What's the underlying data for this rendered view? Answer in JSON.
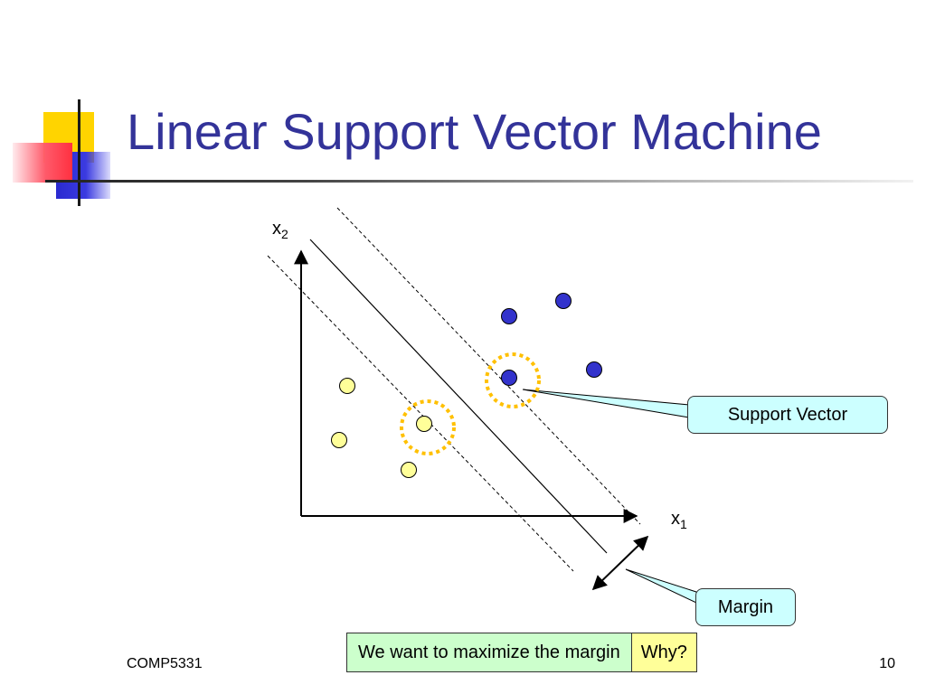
{
  "slide": {
    "title": "Linear Support Vector Machine",
    "footer_left": "COMP5331",
    "page_number": "10"
  },
  "diagram": {
    "x_axis_label": "x",
    "x_axis_sub": "1",
    "y_axis_label": "x",
    "y_axis_sub": "2",
    "support_vector_label": "Support Vector",
    "margin_label": "Margin",
    "callout_main": "We want to maximize the margin",
    "callout_why": "Why?"
  },
  "colors": {
    "title": "#333399",
    "positive_point": "#3333cc",
    "negative_point": "#ffff99",
    "support_ring": "#ffc000",
    "callout_bg": "#ccffff",
    "maximize_bg": "#ccffcc",
    "why_bg": "#ffff99"
  }
}
